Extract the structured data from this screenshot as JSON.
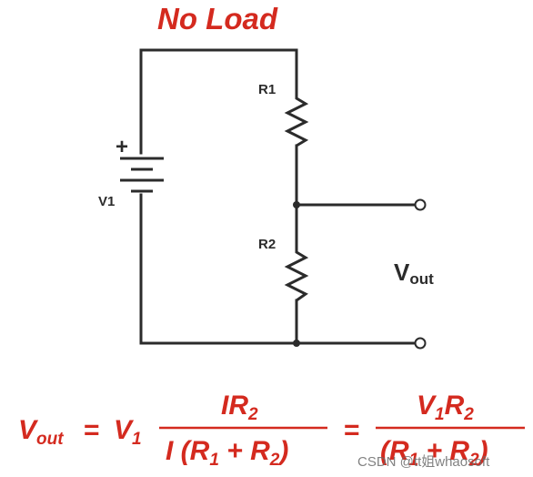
{
  "title": "No Load",
  "labels": {
    "r1": "R1",
    "r2": "R2",
    "v1": "V1",
    "battery_plus": "+",
    "vout_main": "V",
    "vout_sub": "out"
  },
  "equation": {
    "lhs_v": "V",
    "lhs_sub": "out",
    "equals_1": "=",
    "v1_v": "V",
    "v1_sub": "1",
    "frac1_num_main": "IR",
    "frac1_num_sub": "2",
    "frac1_den_pre": "I (R",
    "frac1_den_sub1": "1",
    "frac1_den_mid": " + R",
    "frac1_den_sub2": "2",
    "frac1_den_post": ")",
    "equals_2": "=",
    "frac2_num_v": "V",
    "frac2_num_sub1": "1",
    "frac2_num_r": "R",
    "frac2_num_sub2": "2",
    "frac2_den_pre": "(R",
    "frac2_den_sub1": "1",
    "frac2_den_mid": " + R",
    "frac2_den_sub2": "2",
    "frac2_den_post": ")"
  },
  "watermark": "CSDN @tt姐whaosoft",
  "colors": {
    "accent_red": "#d42a1f",
    "wire": "#2b2b2b",
    "watermark": "#6b6b6b"
  }
}
